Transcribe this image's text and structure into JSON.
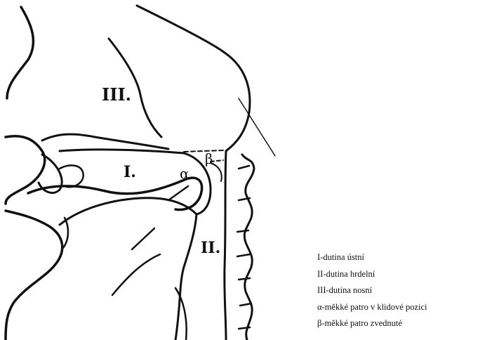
{
  "figure": {
    "region_labels": {
      "nasal": "III.",
      "oral": "I.",
      "pharynx": "II."
    },
    "angle_labels": {
      "alpha": "α",
      "beta": "β"
    },
    "legend": [
      "I-dutina ústní",
      "II-dutina hrdelní",
      "III-dutina nosní",
      "α-měkké patro v klidové pozici",
      "β-měkké patro zvednuté"
    ]
  },
  "colors": {
    "ink": "#111111",
    "bleed_through": "#cfcfcf",
    "background": "#ffffff"
  }
}
